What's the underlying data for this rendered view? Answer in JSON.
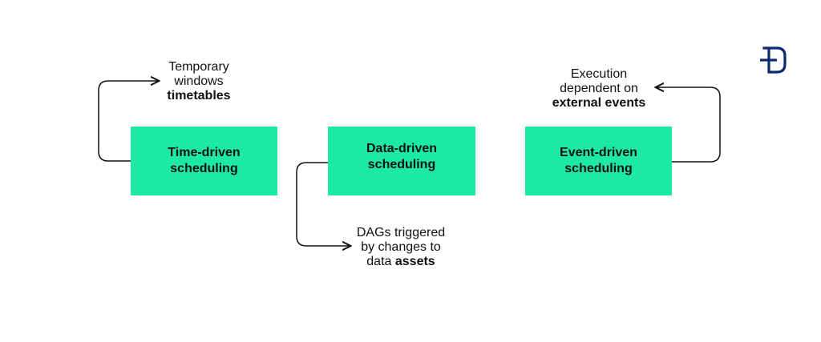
{
  "colors": {
    "box_fill": "#1de9a6",
    "text": "#111111",
    "logo": "#0b2a6f",
    "line": "#111111"
  },
  "boxes": [
    {
      "line1": "Time-driven",
      "line2": "scheduling"
    },
    {
      "line1": "Data-driven",
      "line2": "scheduling"
    },
    {
      "line1": "Event-driven",
      "line2": "scheduling"
    }
  ],
  "notes": {
    "time": {
      "line1": "Temporary",
      "line2": "windows",
      "line3": "timetables"
    },
    "data": {
      "line1": "DAGs triggered",
      "line2": "by changes to",
      "line3_plain": "data ",
      "line3_bold": "assets"
    },
    "event": {
      "line1": "Execution",
      "line2": "dependent on",
      "line3": "external events"
    }
  },
  "logo_icon": "brand-logo-icon"
}
